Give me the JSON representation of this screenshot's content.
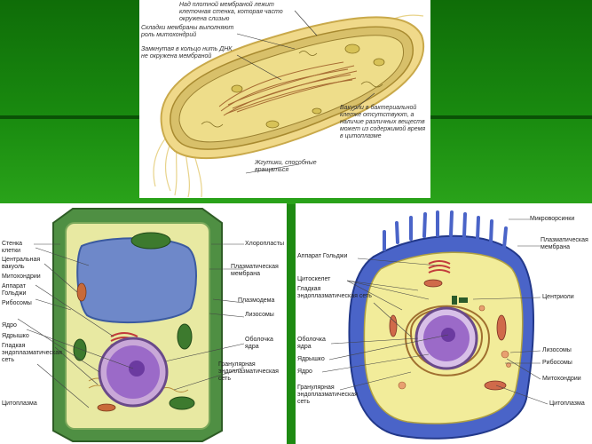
{
  "bacterium": {
    "labels": [
      "Над плотной мембраной лежит клеточная стенка, которая часто окружена слизью",
      "Складки мембраны выполняют роль митохондрий",
      "Замкнутая в кольцо нить ДНК не окружена мембраной",
      "Вакуоли в бактериальной клетке отсутствуют, а наличие различных веществ может из содержимой время в цитоплазме",
      "Жгутики, способные вращаться"
    ]
  },
  "plant_cell": {
    "labels_left": [
      "Стенка клетки",
      "Центральная вакуоль",
      "Митохондрии",
      "Аппарат Гольджи",
      "Рибосомы",
      "Ядро",
      "Ядрышко",
      "Гладкая эндоплазматическая сеть",
      "Цитоплазма"
    ],
    "labels_right": [
      "Хлоропласты",
      "Плазматическая мембрана",
      "Плазмодема",
      "Лизосомы",
      "Оболочка ядра",
      "Гранулярная эндоплазматическая сеть"
    ]
  },
  "animal_cell": {
    "labels_left": [
      "Аппарат Гольджи",
      "Цитоскелет",
      "Гладкая эндоплазматическая сеть",
      "Оболочка ядра",
      "Ядрышко",
      "Ядро",
      "Гранулярная эндоплазматическая сеть"
    ],
    "labels_right": [
      "Микроворсинки",
      "Плазматическая мембрана",
      "Центриоли",
      "Лизосомы",
      "Рибосомы",
      "Митохондрии",
      "Цитоплазма"
    ]
  }
}
